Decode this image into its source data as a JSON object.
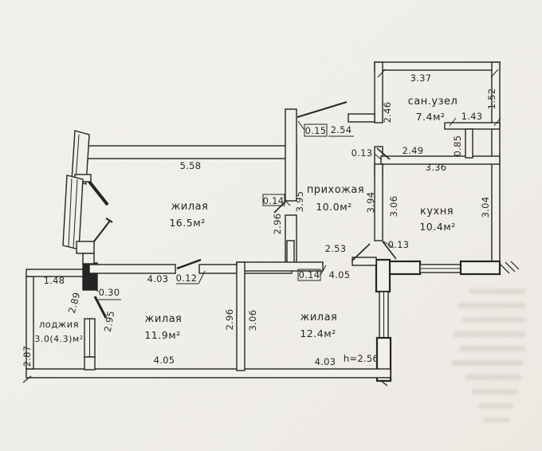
{
  "rooms": {
    "bathroom": {
      "label": "сан.узел",
      "area": "7.4м²"
    },
    "kitchen": {
      "label": "кухня",
      "area": "10.4м²"
    },
    "hallway": {
      "label": "прихожая",
      "area": "10.0м²"
    },
    "living_large": {
      "label": "жилая",
      "area": "16.5м²"
    },
    "living_mid": {
      "label": "жилая",
      "area": "11.9м²"
    },
    "living_right": {
      "label": "жилая",
      "area": "12.4м²"
    },
    "loggia": {
      "label": "лоджия",
      "area": "3.0(4.3)м²"
    }
  },
  "dimensions": {
    "bathroom_top": "3.37",
    "bathroom_right": "1.52",
    "bathroom_left": "2.46",
    "bathroom_shaft_width": "1.43",
    "bathroom_shaft_height": "0.85",
    "bathroom_door_jamb": "0.13",
    "bathroom_bottom_inner": "2.49",
    "bathroom_bottom": "3.36",
    "entry_jamb": "0.15",
    "entry_width": "2.54",
    "kitchen_right": "3.04",
    "kitchen_left": "3.06",
    "kitchen_door_jamb": "0.13",
    "hallway_left": "3.95",
    "hallway_right": "3.94",
    "hallway_bottom": "2.53",
    "hallway_door_jamb": "0.14",
    "living_large_top": "5.58",
    "living_large_right": "2.96",
    "living_large_bottom": "4.03",
    "living_large_bottom_jamb": "0.12",
    "living_mid_left": "2.95",
    "living_mid_right": "2.96",
    "living_mid_right_inner": "3.06",
    "living_mid_bottom": "4.05",
    "living_right_top_jamb": "0.14",
    "living_right_top": "4.05",
    "living_right_bottom": "4.03",
    "ceiling_height": "h=2.56",
    "loggia_top": "1.48",
    "loggia_partition": "2.89",
    "loggia_door_jamb": "0.30",
    "loggia_left": "2.87"
  },
  "colors": {
    "paper": "#f2f0ea",
    "ink": "#242424"
  }
}
